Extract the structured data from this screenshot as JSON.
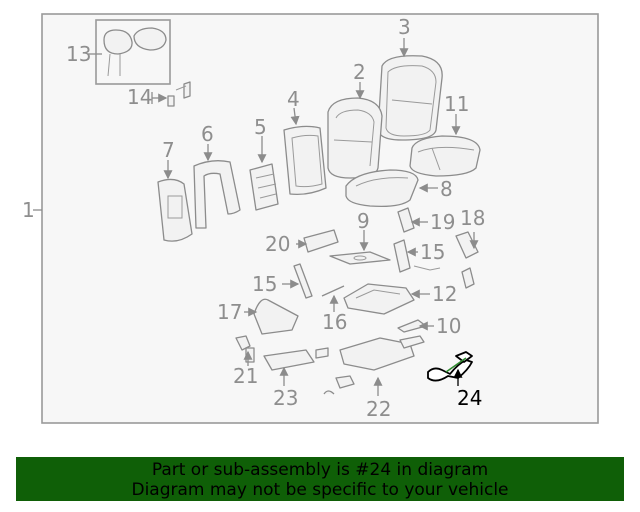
{
  "diagram": {
    "callouts": [
      "1",
      "2",
      "3",
      "4",
      "5",
      "6",
      "7",
      "8",
      "9",
      "10",
      "11",
      "12",
      "13",
      "14",
      "15",
      "15",
      "16",
      "17",
      "18",
      "19",
      "20",
      "21",
      "22",
      "23",
      "24"
    ],
    "highlighted_callout": "24"
  },
  "banner": {
    "line1": "Part or sub-assembly is #24 in diagram",
    "line2": "Diagram may not be specific to your vehicle"
  },
  "colors": {
    "banner_bg": "#0f5f07",
    "diagram_lines": "#8c8c8c",
    "highlight": "#000000"
  }
}
